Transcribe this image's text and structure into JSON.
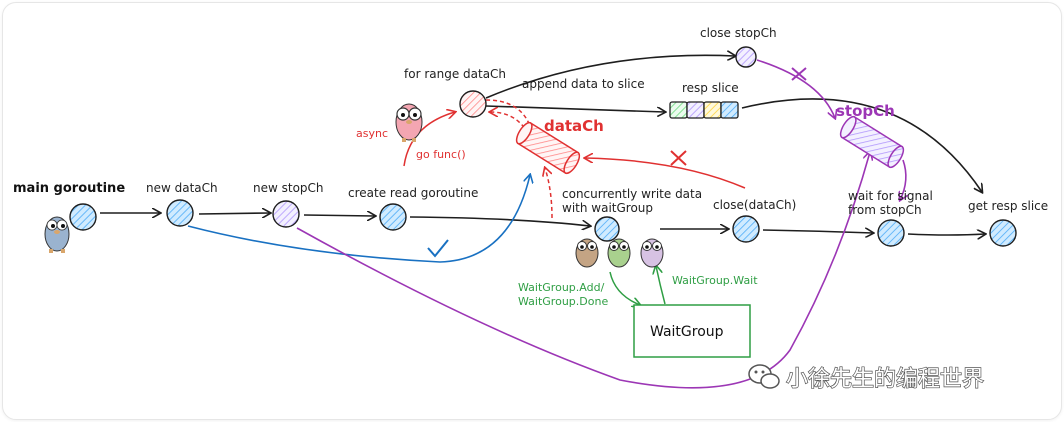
{
  "nodes": {
    "main_goroutine": "main goroutine",
    "new_datach": "new dataCh",
    "new_stopch": "new stopCh",
    "create_read_goroutine": "create read goroutine",
    "for_range_datach": "for range dataCh",
    "append_data": "append data to slice",
    "resp_slice": "resp slice",
    "close_stopch": "close stopCh",
    "datach_queue": "dataCh",
    "stopch_queue": "stopCh",
    "concurrent_write_line1": "concurrently write data",
    "concurrent_write_line2": "with waitGroup",
    "close_datach": "close(dataCh)",
    "wait_signal_line1": "wait for signal",
    "wait_signal_line2": "from stopCh",
    "get_resp_slice": "get resp slice",
    "async": "async",
    "go_func": "go func()",
    "waitgroup_add_line1": "WaitGroup.Add/",
    "waitgroup_add_line2": "WaitGroup.Done",
    "waitgroup_wait": "WaitGroup.Wait",
    "waitgroup_box": "WaitGroup"
  },
  "watermark": "小徐先生的编程世界",
  "colors": {
    "node_fill": "#a5d8ff",
    "node_stroke": "#1e1e1e",
    "stopch_fill": "#d0bfff",
    "datach_fill": "#ffc9c9",
    "red": "#e03131",
    "blue": "#1971c2",
    "purple": "#9c36b5",
    "green": "#2f9e44"
  },
  "icons": [
    "gopher-main-icon",
    "gopher-async-icon",
    "gopher-writer-icon",
    "wechat-logo-icon"
  ]
}
